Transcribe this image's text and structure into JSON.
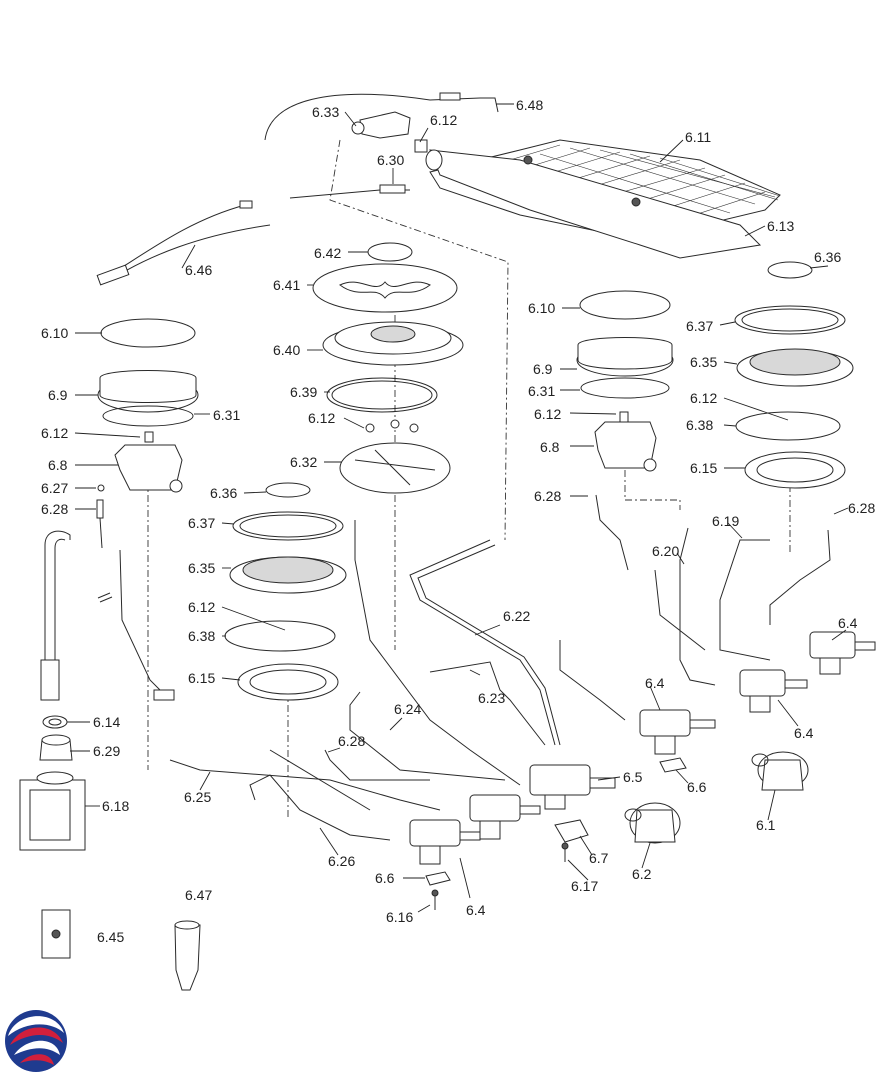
{
  "labels": [
    {
      "id": "l648",
      "text": "6.48"
    },
    {
      "id": "l633",
      "text": "6.33"
    },
    {
      "id": "l612a",
      "text": "6.12"
    },
    {
      "id": "l630",
      "text": "6.30"
    },
    {
      "id": "l611",
      "text": "6.11"
    },
    {
      "id": "l613",
      "text": "6.13"
    },
    {
      "id": "l646",
      "text": "6.46"
    },
    {
      "id": "l642",
      "text": "6.42"
    },
    {
      "id": "l641",
      "text": "6.41"
    },
    {
      "id": "l640",
      "text": "6.40"
    },
    {
      "id": "l639",
      "text": "6.39"
    },
    {
      "id": "l612b",
      "text": "6.12"
    },
    {
      "id": "l632",
      "text": "6.32"
    },
    {
      "id": "l636a",
      "text": "6.36"
    },
    {
      "id": "l637a",
      "text": "6.37"
    },
    {
      "id": "l635a",
      "text": "6.35"
    },
    {
      "id": "l612c",
      "text": "6.12"
    },
    {
      "id": "l638a",
      "text": "6.38"
    },
    {
      "id": "l615a",
      "text": "6.15"
    },
    {
      "id": "l610a",
      "text": "6.10"
    },
    {
      "id": "l69a",
      "text": "6.9"
    },
    {
      "id": "l631a",
      "text": "6.31"
    },
    {
      "id": "l612d",
      "text": "6.12"
    },
    {
      "id": "l68a",
      "text": "6.8"
    },
    {
      "id": "l627",
      "text": "6.27"
    },
    {
      "id": "l628a",
      "text": "6.28"
    },
    {
      "id": "l614",
      "text": "6.14"
    },
    {
      "id": "l629",
      "text": "6.29"
    },
    {
      "id": "l618",
      "text": "6.18"
    },
    {
      "id": "l625",
      "text": "6.25"
    },
    {
      "id": "l628b",
      "text": "6.28"
    },
    {
      "id": "l624",
      "text": "6.24"
    },
    {
      "id": "l623",
      "text": "6.23"
    },
    {
      "id": "l622",
      "text": "6.22"
    },
    {
      "id": "l626",
      "text": "6.26"
    },
    {
      "id": "l66a",
      "text": "6.6"
    },
    {
      "id": "l616",
      "text": "6.16"
    },
    {
      "id": "l64a",
      "text": "6.4"
    },
    {
      "id": "l65",
      "text": "6.5"
    },
    {
      "id": "l67",
      "text": "6.7"
    },
    {
      "id": "l617",
      "text": "6.17"
    },
    {
      "id": "l62",
      "text": "6.2"
    },
    {
      "id": "l610b",
      "text": "6.10"
    },
    {
      "id": "l69b",
      "text": "6.9"
    },
    {
      "id": "l631b",
      "text": "6.31"
    },
    {
      "id": "l612e",
      "text": "6.12"
    },
    {
      "id": "l68b",
      "text": "6.8"
    },
    {
      "id": "l628c",
      "text": "6.28"
    },
    {
      "id": "l636b",
      "text": "6.36"
    },
    {
      "id": "l637b",
      "text": "6.37"
    },
    {
      "id": "l635b",
      "text": "6.35"
    },
    {
      "id": "l612f",
      "text": "6.12"
    },
    {
      "id": "l638b",
      "text": "6.38"
    },
    {
      "id": "l615b",
      "text": "6.15"
    },
    {
      "id": "l628d",
      "text": "6.28"
    },
    {
      "id": "l619",
      "text": "6.19"
    },
    {
      "id": "l620",
      "text": "6.20"
    },
    {
      "id": "l64b",
      "text": "6.4"
    },
    {
      "id": "l64c",
      "text": "6.4"
    },
    {
      "id": "l64d",
      "text": "6.4"
    },
    {
      "id": "l66b",
      "text": "6.6"
    },
    {
      "id": "l61",
      "text": "6.1"
    },
    {
      "id": "l647",
      "text": "6.47"
    },
    {
      "id": "l645",
      "text": "6.45"
    }
  ],
  "colors": {
    "ink": "#2a2a2a",
    "logo_blue": "#1f3b8f",
    "logo_red": "#d21f3c"
  },
  "icons": {
    "logo": "brand-logo-swirl"
  }
}
